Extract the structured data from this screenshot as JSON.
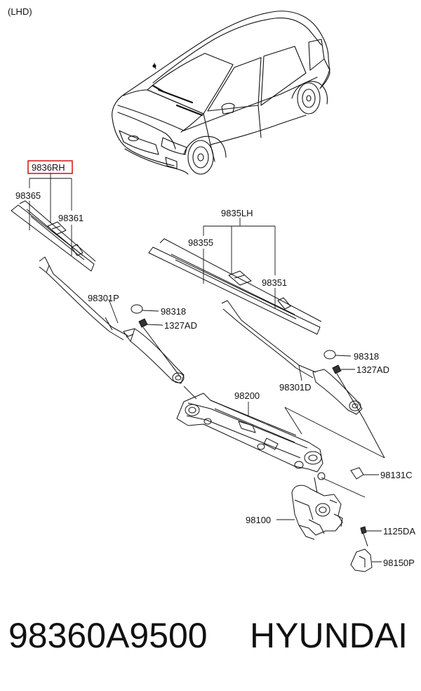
{
  "diagram": {
    "variant": "(LHD)",
    "highlight_color": "#d00000",
    "labels": {
      "rh_assembly": "9836RH",
      "rh_refill_a": "98365",
      "rh_refill_b": "98361",
      "lh_assembly": "9835LH",
      "lh_refill_a": "98355",
      "lh_refill_b": "98351",
      "rh_arm": "98301P",
      "cap_rh": "98318",
      "nut_rh": "1327AD",
      "lh_arm": "98301D",
      "cap_lh": "98318",
      "nut_lh": "1327AD",
      "linkage": "98200",
      "pivot_cap": "98131C",
      "motor": "98100",
      "bolt": "1125DA",
      "bracket": "98150P"
    }
  },
  "footer": {
    "part_number": "98360A9500",
    "brand": "HYUNDAI"
  }
}
